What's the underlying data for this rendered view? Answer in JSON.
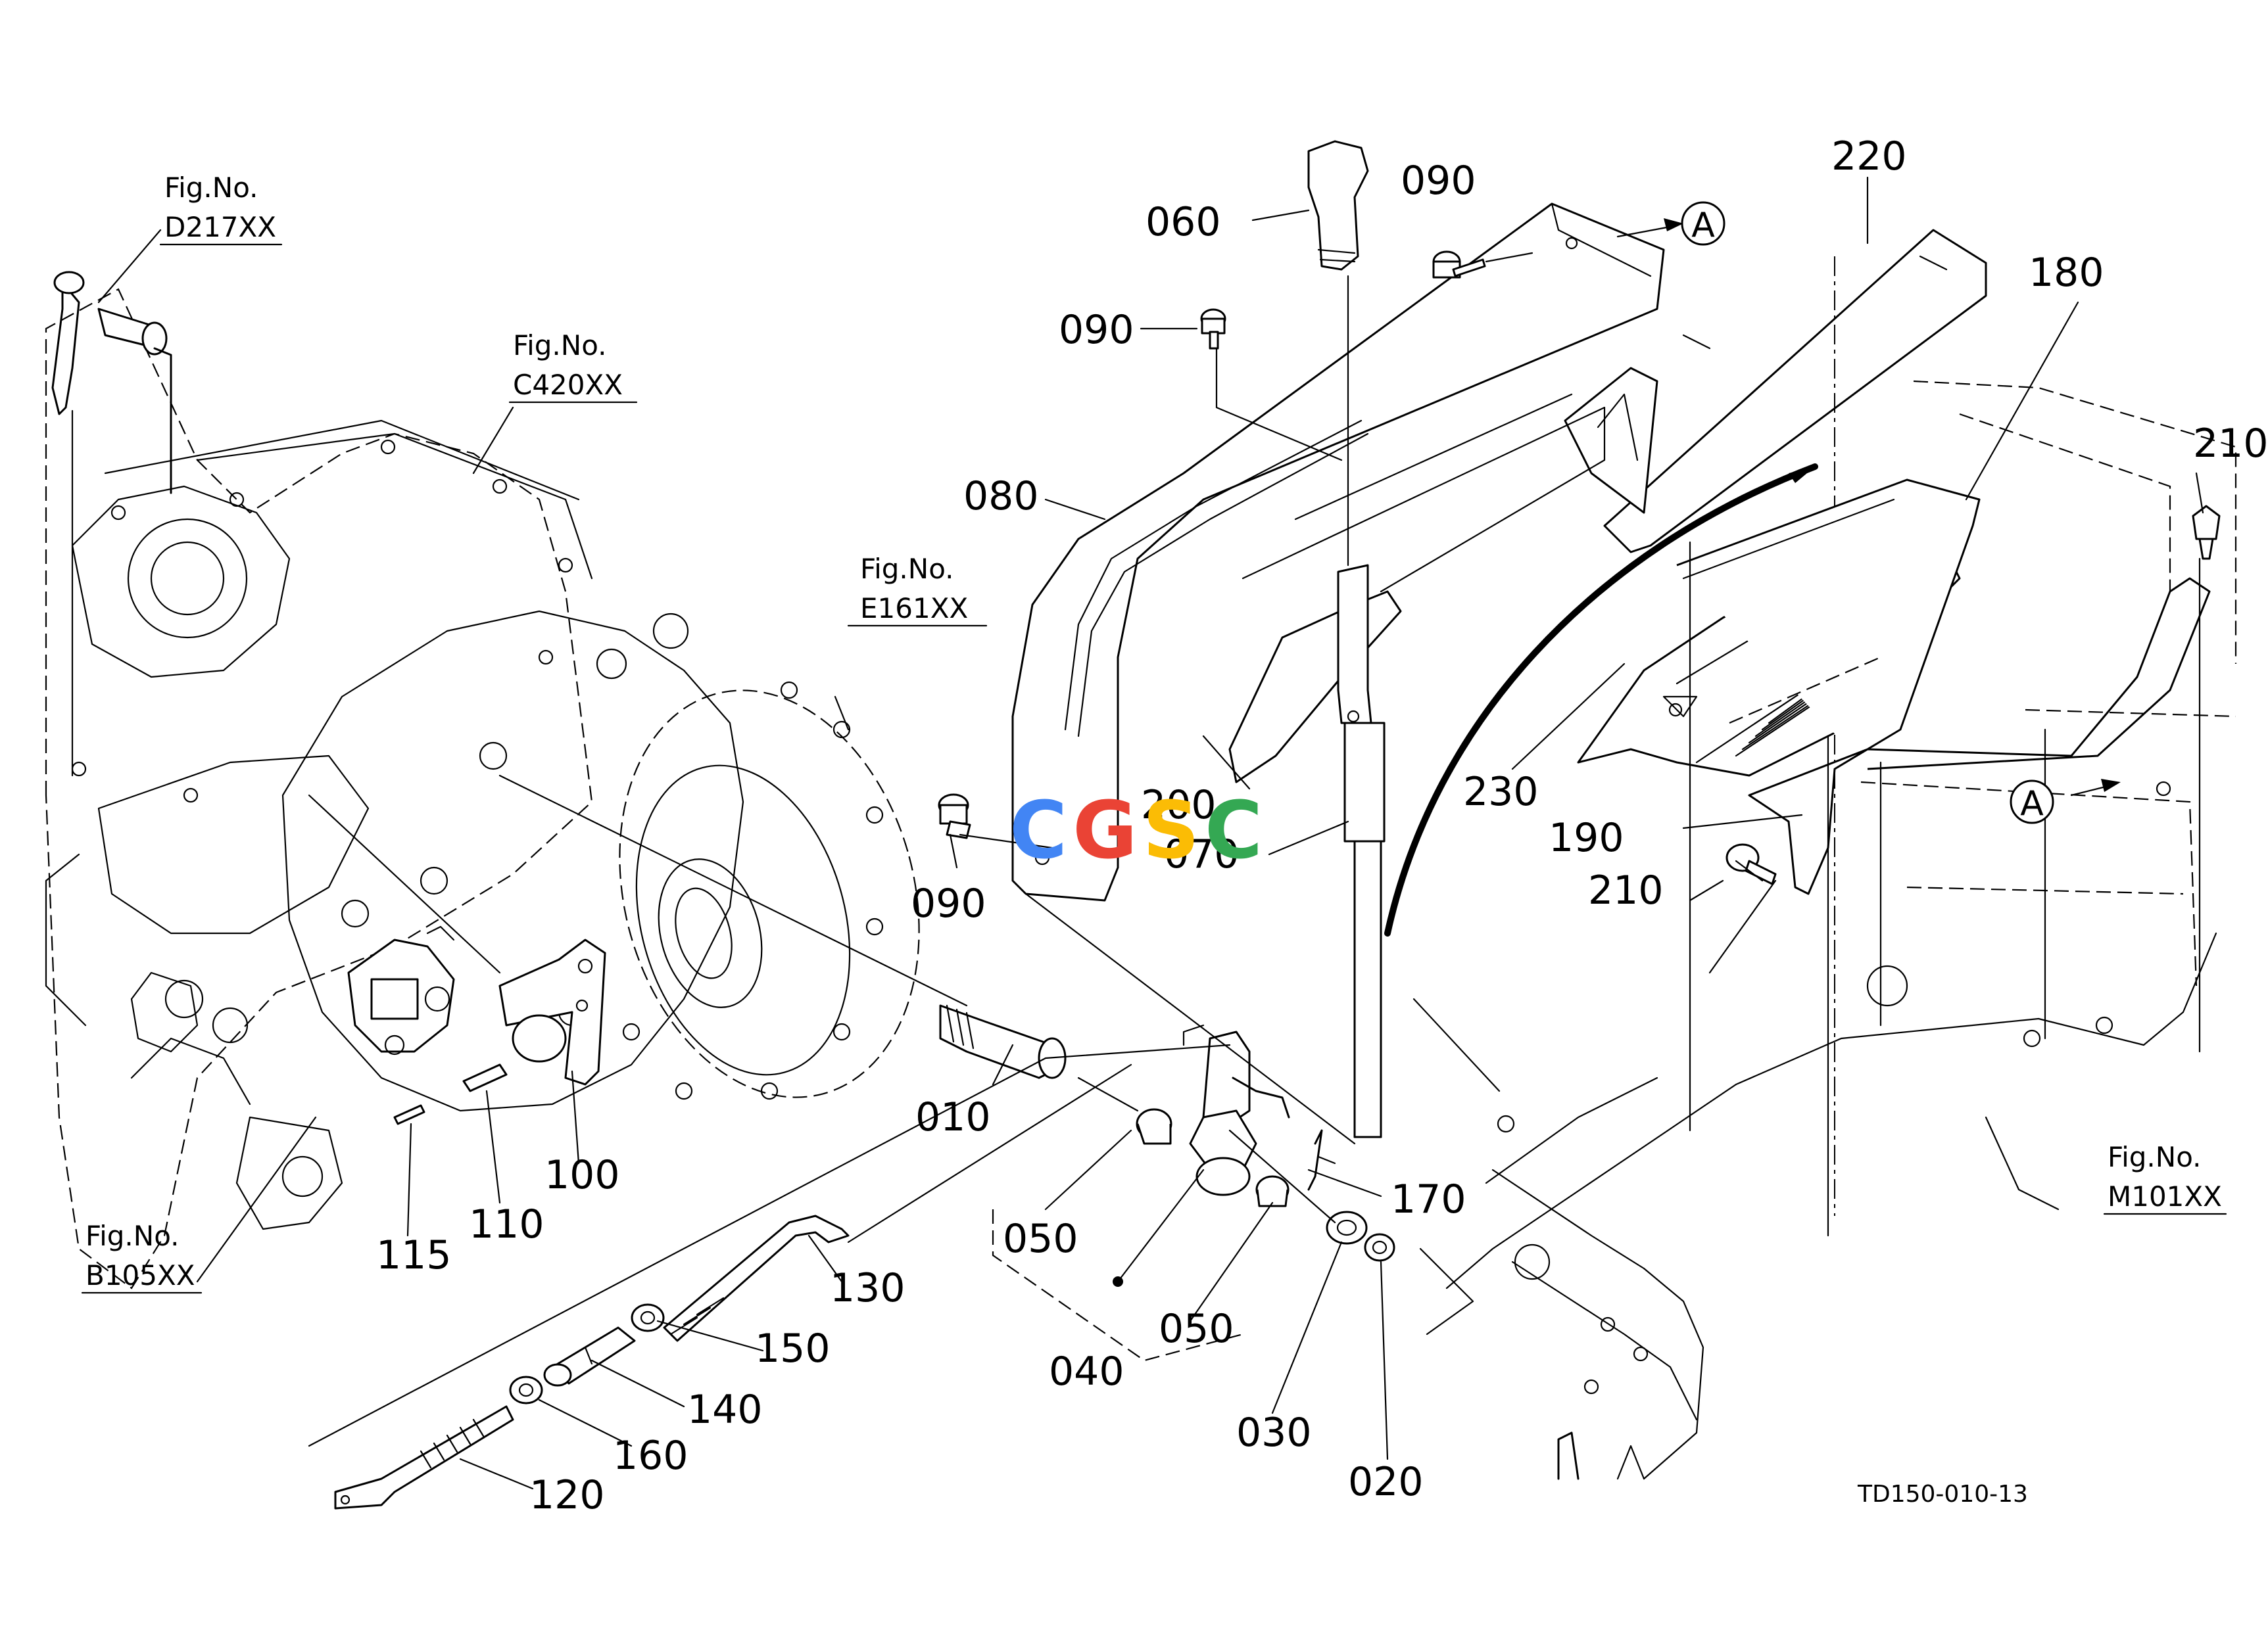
{
  "figure_refs": [
    {
      "id": "d217",
      "title": "Fig.No.",
      "code": "D217XX"
    },
    {
      "id": "c420",
      "title": "Fig.No.",
      "code": "C420XX"
    },
    {
      "id": "e161",
      "title": "Fig.No.",
      "code": "E161XX"
    },
    {
      "id": "b105",
      "title": "Fig.No.",
      "code": "B105XX"
    },
    {
      "id": "m101",
      "title": "Fig.No.",
      "code": "M101XX"
    }
  ],
  "part_labels": {
    "p010": "010",
    "p020": "020",
    "p030": "030",
    "p040": "040",
    "p050a": "050",
    "p050b": "050",
    "p060": "060",
    "p070": "070",
    "p080": "080",
    "p090a": "090",
    "p090b": "090",
    "p090c": "090",
    "p100": "100",
    "p110": "110",
    "p115": "115",
    "p120": "120",
    "p130": "130",
    "p140": "140",
    "p150": "150",
    "p160": "160",
    "p170": "170",
    "p180": "180",
    "p190": "190",
    "p200": "200",
    "p210a": "210",
    "p210b": "210",
    "p220": "220",
    "p230": "230"
  },
  "callouts": {
    "a1": "A",
    "a2": "A"
  },
  "watermark": {
    "text": "CGSC",
    "colors": [
      "#4285F4",
      "#EA4335",
      "#FBBC05",
      "#34A853"
    ]
  },
  "drawing_code": "TD150-010-13"
}
